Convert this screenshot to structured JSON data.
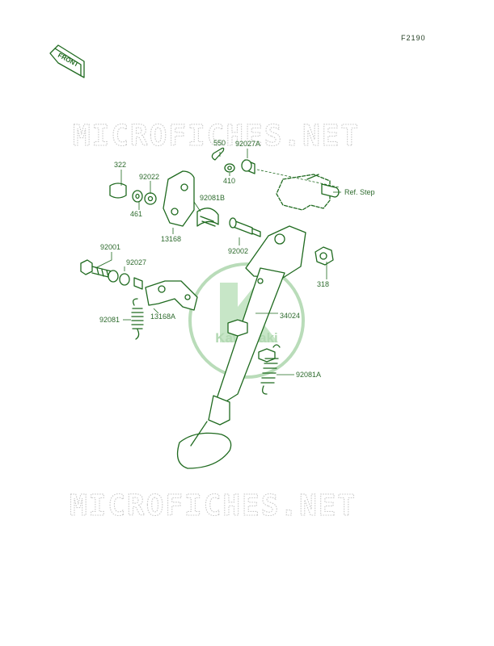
{
  "figure_code": "F2190",
  "front_label": "FRONT",
  "watermark": "MICROFICHES.NET",
  "logo_text": "Kawasaki",
  "colors": {
    "part": "#1f6a1f",
    "label": "#2e6b2e",
    "logo": "#c7e6c7",
    "watermark": "#c8c8c8"
  },
  "parts": [
    {
      "id": "550",
      "label": "550"
    },
    {
      "id": "92027A",
      "label": "92027A"
    },
    {
      "id": "410",
      "label": "410"
    },
    {
      "id": "ref-step",
      "label": "Ref. Step"
    },
    {
      "id": "322",
      "label": "322"
    },
    {
      "id": "92022",
      "label": "92022"
    },
    {
      "id": "461",
      "label": "461"
    },
    {
      "id": "92081B",
      "label": "92081B"
    },
    {
      "id": "13168",
      "label": "13168"
    },
    {
      "id": "92002",
      "label": "92002"
    },
    {
      "id": "318",
      "label": "318"
    },
    {
      "id": "92001",
      "label": "92001"
    },
    {
      "id": "92027",
      "label": "92027"
    },
    {
      "id": "13168A",
      "label": "13168A"
    },
    {
      "id": "92081",
      "label": "92081"
    },
    {
      "id": "34024",
      "label": "34024"
    },
    {
      "id": "92081A",
      "label": "92081A"
    }
  ]
}
